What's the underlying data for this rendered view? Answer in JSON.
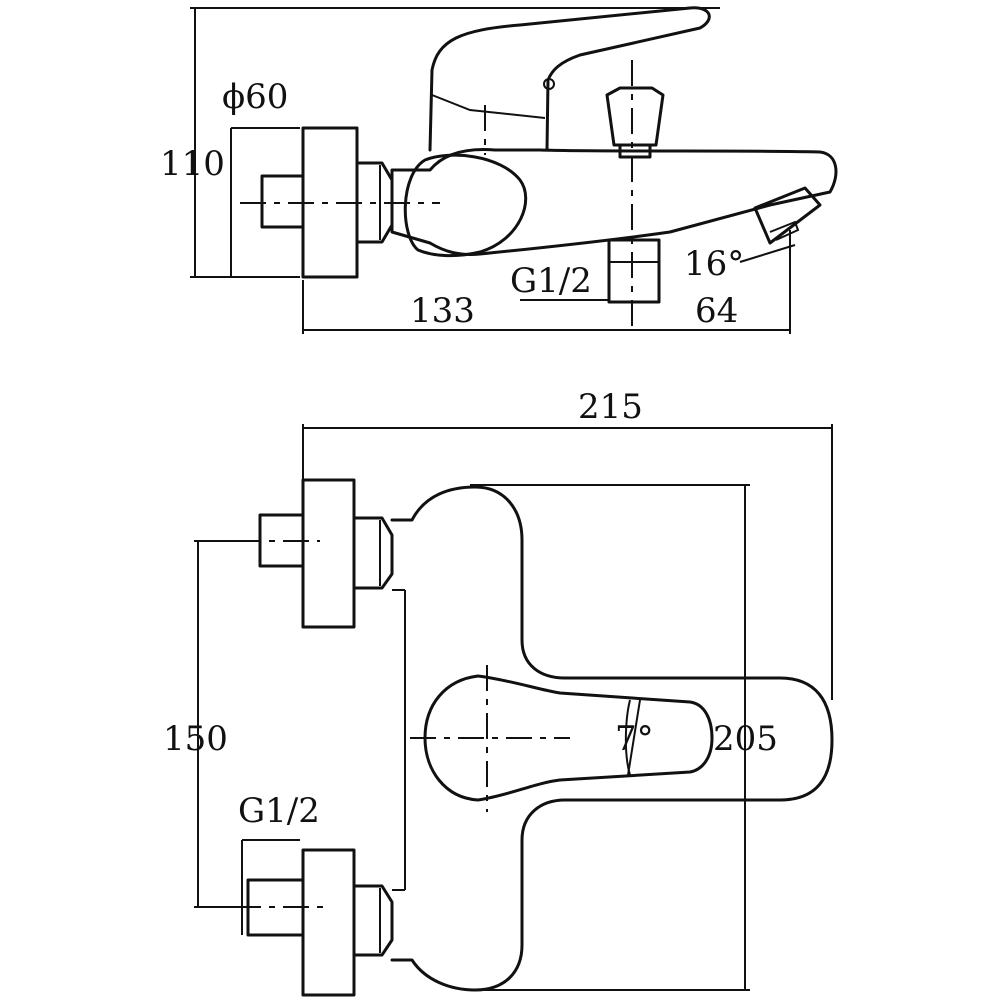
{
  "top_view": {
    "dim_diameter": "ϕ60",
    "dim_height": "110",
    "dim_thread": "G1/2",
    "dim_angle": "16°",
    "dim_length_left": "133",
    "dim_length_right": "64"
  },
  "front_view": {
    "dim_width": "215",
    "dim_center_distance": "150",
    "dim_depth": "205",
    "dim_angle": "7°",
    "dim_thread": "G1/2"
  }
}
